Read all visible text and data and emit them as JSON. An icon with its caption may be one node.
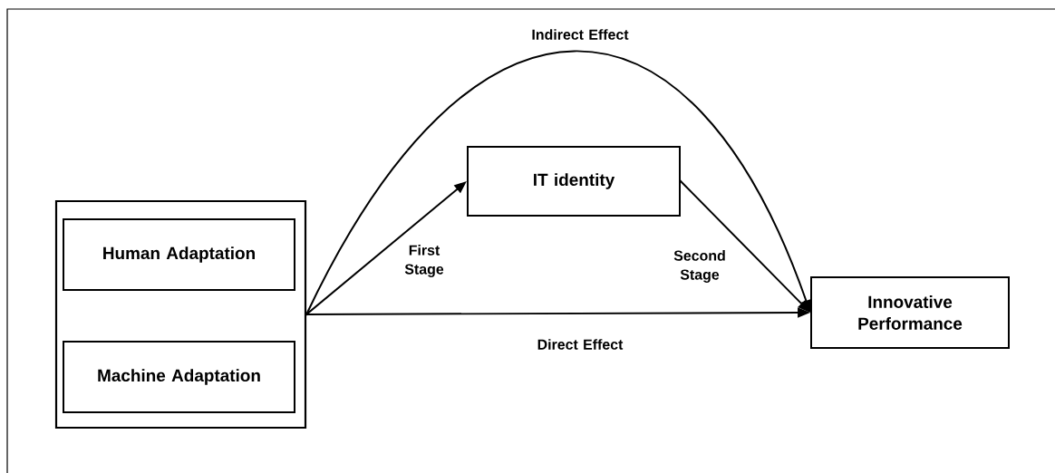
{
  "diagram": {
    "nodes": [
      {
        "text": [],
        "shape": "box"
      },
      {
        "text": [
          "Human Adaptation"
        ],
        "in": 0
      },
      {
        "text": [
          "Machine Adaptation"
        ],
        "in": 0
      },
      {
        "text": [
          "IT identity"
        ]
      },
      {
        "text": [
          "Innovative Performance"
        ]
      }
    ],
    "edges": [
      {
        "from": 0,
        "to": 3,
        "arrow": "to",
        "label": "First Stage"
      },
      {
        "from": 3,
        "to": 4,
        "arrow": "to",
        "label": "Second Stage"
      },
      {
        "from": 0,
        "to": 4,
        "arrow": "to",
        "label": "Indirect Effect"
      },
      {
        "from": 0,
        "to": 4,
        "arrow": "to",
        "label": "Direct Effect"
      }
    ]
  }
}
